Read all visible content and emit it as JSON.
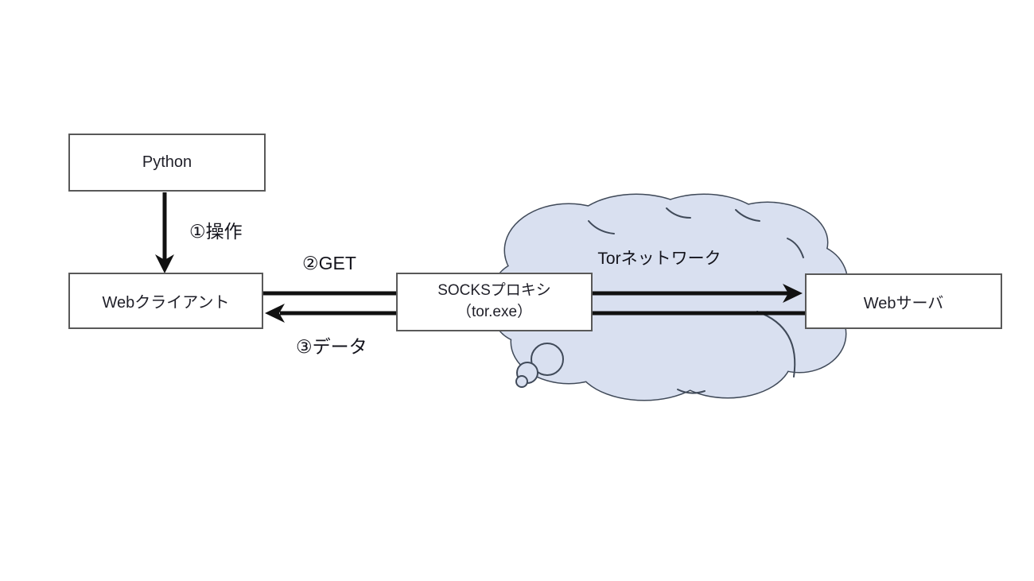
{
  "diagram": {
    "nodes": {
      "python": {
        "label": "Python"
      },
      "web_client": {
        "label": "Webクライアント"
      },
      "socks_proxy": {
        "line1": "SOCKSプロキシ",
        "line2": "（tor.exe）"
      },
      "web_server": {
        "label": "Webサーバ"
      },
      "tor_network": {
        "label": "Torネットワーク"
      }
    },
    "steps": {
      "step1": {
        "label": "①操作",
        "from": "Python",
        "to": "Webクライアント",
        "direction": "down"
      },
      "step2": {
        "label": "②GET",
        "from": "Webクライアント",
        "to": "Webサーバ",
        "direction": "right"
      },
      "step3": {
        "label": "③データ",
        "from": "Webサーバ",
        "to": "Webクライアント",
        "direction": "left"
      }
    },
    "colors": {
      "background": "#ffffff",
      "cloud_fill": "#d9e0f0",
      "cloud_stroke": "#404a59",
      "box_border": "#595959",
      "arrow": "#111111",
      "text": "#1a1a1a"
    }
  }
}
